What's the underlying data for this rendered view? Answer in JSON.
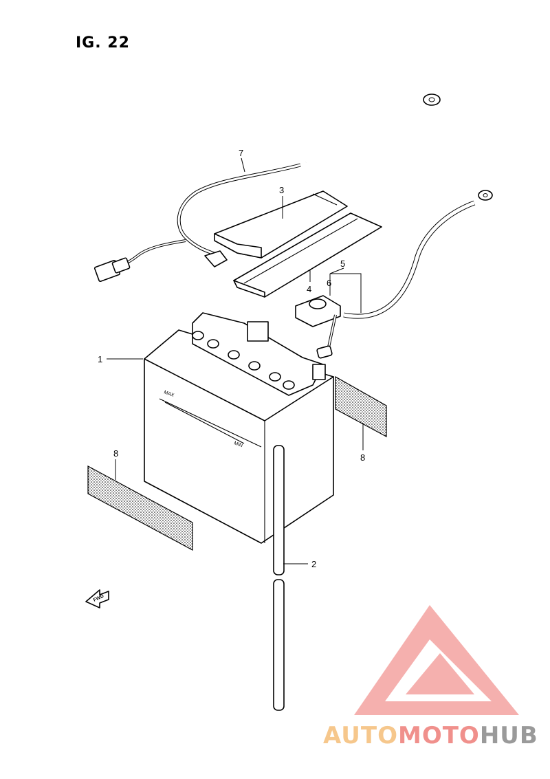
{
  "figure": {
    "title": "IG. 22"
  },
  "callouts": [
    "1",
    "2",
    "3",
    "4",
    "5",
    "6",
    "7",
    "8",
    "8"
  ],
  "battery_markings": {
    "upper": "MAX",
    "lower": "MIN"
  },
  "direction_arrow": {
    "label": "FWD"
  },
  "watermark": {
    "part1": "AUTO",
    "part2": "MOTO",
    "part3": "HUB"
  },
  "colors": {
    "line": "#000000",
    "watermark_logo": "#f4a3a0",
    "watermark_auto": "#f6c78c",
    "watermark_moto": "#f0908c",
    "watermark_hub": "#9a9a9a"
  }
}
